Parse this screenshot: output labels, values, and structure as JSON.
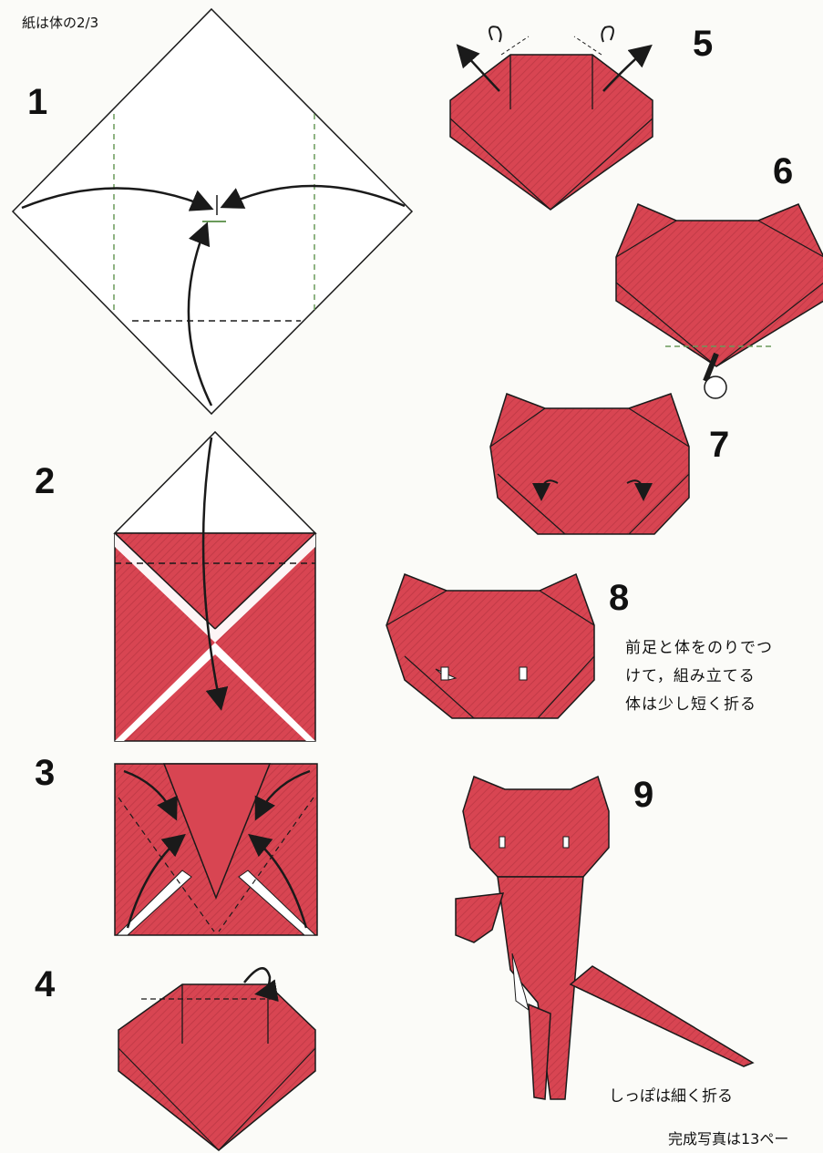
{
  "notes": {
    "paper": "紙は体の2/3",
    "step8_line1": "前足と体をのりでつ",
    "step8_line2": "けて，組み立てる",
    "step8_line3": "体は少し短く折る",
    "step9": "しっぽは細く折る",
    "photo_ref": "完成写真は13ペー"
  },
  "steps": [
    "1",
    "2",
    "3",
    "4",
    "5",
    "6",
    "7",
    "8",
    "9"
  ],
  "colors": {
    "paper_red": "#d84552",
    "paper_white": "#ffffff",
    "line": "#1a1a1a",
    "valley_fold": "#6a9a5a"
  }
}
